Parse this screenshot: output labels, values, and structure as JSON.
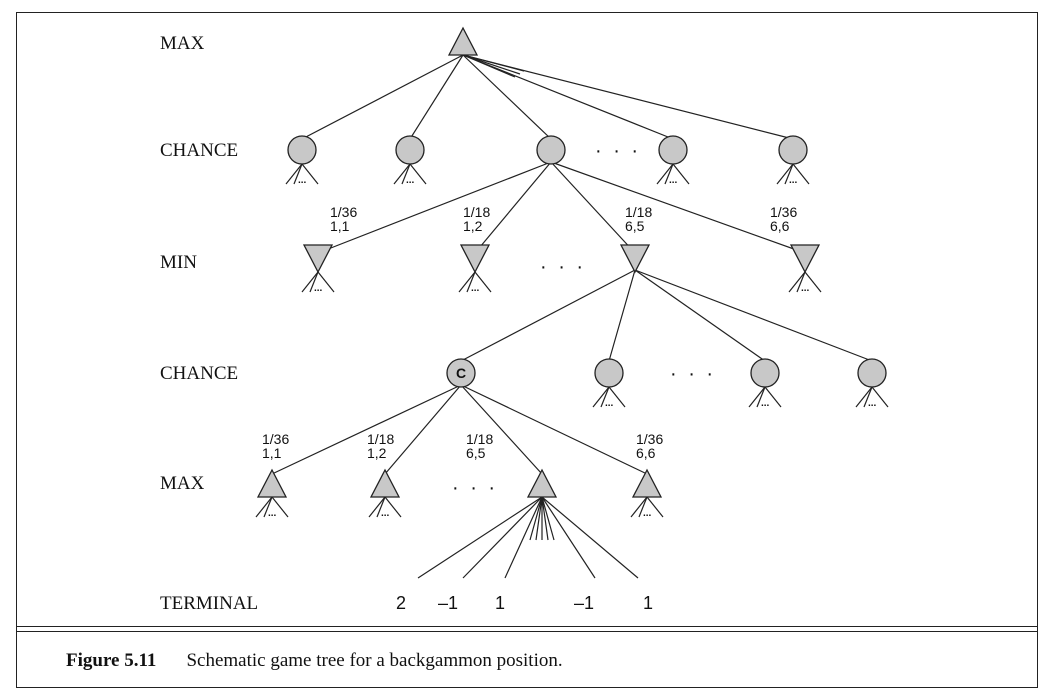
{
  "levels": {
    "max1": "MAX",
    "chance1": "CHANCE",
    "min": "MIN",
    "chance2": "CHANCE",
    "max2": "MAX",
    "terminal": "TERMINAL"
  },
  "ellipsis": "· · ·",
  "subtree_ellipsis": "...",
  "chance_node_label": "C",
  "probs_upper": [
    {
      "p": "1/36",
      "roll": "1,1"
    },
    {
      "p": "1/18",
      "roll": "1,2"
    },
    {
      "p": "1/18",
      "roll": "6,5"
    },
    {
      "p": "1/36",
      "roll": "6,6"
    }
  ],
  "probs_lower": [
    {
      "p": "1/36",
      "roll": "1,1"
    },
    {
      "p": "1/18",
      "roll": "1,2"
    },
    {
      "p": "1/18",
      "roll": "6,5"
    },
    {
      "p": "1/36",
      "roll": "6,6"
    }
  ],
  "terminal_values": [
    "2",
    "–1",
    "1",
    "–1",
    "1"
  ],
  "caption": {
    "number": "Figure 5.11",
    "text": "Schematic game tree for a backgammon position."
  }
}
